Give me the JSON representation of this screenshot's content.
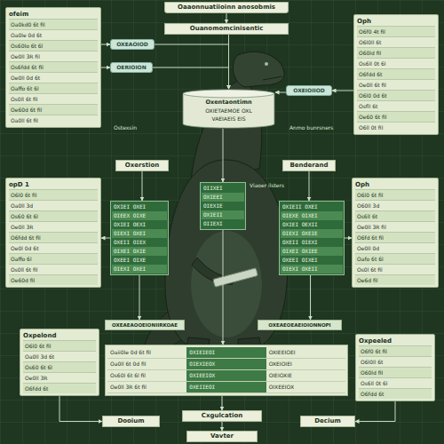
{
  "diagram": {
    "nodes": [
      {
        "text": [
          "Oaaonnuatiioinn anosobmis"
        ]
      },
      {
        "text": [
          "Ouanomomcinisentic"
        ]
      },
      {
        "text": [
          "ofeim",
          "Oa0kd0 6t fil",
          "Oa0le 0d 6t",
          "Os60lo 6t 6l",
          "Oe0ll 3R fil",
          "Os6fdd 6t fil",
          "Oe0ll 0d 6t",
          "Oaffo 6t 6l",
          "Os0ll 6t fil",
          "Oe60d 6t fil",
          "Oa0ll 6t fil"
        ]
      },
      {
        "text": [
          "Oph",
          "O6f0 4t fil",
          "O6l0ll 6t",
          "O60ld fil",
          "Os6ll 0t 6l",
          "O6fdd 6t",
          "Oe0ll 6t fil",
          "O6l0 0d 6t",
          "Osfll 6t",
          "Oe60 6t fil",
          "O6ll 0t fil"
        ]
      },
      {
        "text": [
          "OXEAOIOD"
        ]
      },
      {
        "text": [
          "OERIOION"
        ]
      },
      {
        "text": [
          "Oxentaontimn",
          "OXIETAEMOE OXL",
          "VAEIAEIS EIS"
        ]
      },
      {
        "text": [
          "OXEIOIIOD"
        ]
      },
      {
        "text": [
          "Oxerstion"
        ]
      },
      {
        "text": [
          "Benderand"
        ]
      },
      {
        "text": [
          "OIIXEI",
          "OXIEEI",
          "OIEXIE",
          "OXIEII",
          "OIIEXI"
        ]
      },
      {
        "text": [
          "opD 1",
          "O6l0 6t fil",
          "Oa0ll 3d",
          "Os60 6t 6l",
          "Oe0ll 3R",
          "O6fdd 6t fil",
          "Oe0l 0d 6t",
          "Oaffo 6l",
          "Os0ll 6t fil",
          "Oe60d fil"
        ]
      },
      {
        "text": [
          "OXIEI OXEI",
          "OIEEX OIXE",
          "OXIEI OEXI",
          "OIEXI OXEI",
          "OXEII OIEX",
          "OIXEI OXIE",
          "OXEEI OIXE",
          "OIEXI OXEI"
        ]
      },
      {
        "text": [
          "OXIEII OXEI",
          "OIEXE OIXEI",
          "OXIEI OEXII",
          "OIEXI OXEIE",
          "OXEII OIEXI",
          "OIXEI OXIEE",
          "OXEEI OIXEI",
          "OIEXI OXEII"
        ]
      },
      {
        "text": [
          "Oph",
          "O6l0 6t fil",
          "O60ll 3d",
          "Os6ll 6t",
          "Oe0ll 3R fil",
          "O6fd 6t fil",
          "Oe0ll 0d",
          "Oafo 6t 6l",
          "Os0l 6t fil",
          "Oe6d fil"
        ]
      },
      {
        "text": [
          "OXEAEAOOEIONIIRKOAE"
        ]
      },
      {
        "text": [
          "OXEAEOEAEIOIONNOPI"
        ]
      },
      {
        "text": [
          "Oxpelond",
          "O6l0 6t fil",
          "Oa0ll 3d 6t",
          "Os60 6t 6l",
          "Oe0ll 3R",
          "O6fdd 6t"
        ]
      },
      {
        "text": [
          "Oaii0le 0d 6t fil",
          "OXIEIEOI",
          "OXIEEIOEI",
          "Oa0ll 6t 0d fil",
          "OIEXIEOX",
          "OXEIOIEI",
          "Os60l 6t 6l fil",
          "OXIEEIOX",
          "OIEIOXIE",
          "Oe0ll 3R 6t fil",
          "OXEIIEOI",
          "OIXEEIOX"
        ]
      },
      {
        "text": [
          "Oxpeeled",
          "O6f0 6t fil",
          "O6l0ll 6t",
          "O60ld fil",
          "Os6ll 0t 6l",
          "O6fdd 6t"
        ]
      },
      {
        "text": [
          "Dooium"
        ]
      },
      {
        "text": [
          "Cxgulcation"
        ]
      },
      {
        "text": [
          "Decium"
        ]
      },
      {
        "text": [
          "Vavter"
        ]
      }
    ],
    "edges": [
      {
        "from": 0,
        "to": 1,
        "arrow": "to"
      },
      {
        "from": 1,
        "to": 6,
        "arrow": "to"
      },
      {
        "from": 2,
        "to": 4,
        "arrow": "to"
      },
      {
        "from": 2,
        "to": 5,
        "arrow": "to"
      },
      {
        "from": 4,
        "to": 6,
        "arrow": "to"
      },
      {
        "from": 5,
        "to": 6,
        "arrow": "to"
      },
      {
        "from": 3,
        "to": 7,
        "arrow": "to"
      },
      {
        "from": 7,
        "to": 6,
        "arrow": "to"
      },
      {
        "from": 6,
        "to": 10,
        "arrow": "to"
      },
      {
        "from": 8,
        "to": 12,
        "arrow": "to"
      },
      {
        "from": 9,
        "to": 13,
        "arrow": "to"
      },
      {
        "from": 12,
        "to": 11,
        "arrow": "to"
      },
      {
        "from": 13,
        "to": 14,
        "arrow": "to"
      },
      {
        "from": 10,
        "to": 18,
        "arrow": "to"
      },
      {
        "from": 12,
        "to": 15,
        "arrow": "to"
      },
      {
        "from": 13,
        "to": 16,
        "arrow": "to"
      },
      {
        "from": 17,
        "to": 20,
        "arrow": "to"
      },
      {
        "from": 19,
        "to": 22,
        "arrow": "to"
      },
      {
        "from": 18,
        "to": 21,
        "arrow": "to"
      },
      {
        "from": 21,
        "to": 23,
        "arrow": "to"
      }
    ],
    "labels": [
      "Ostexsin",
      "Anmo bunrsners",
      "Viaoer ilsters"
    ]
  }
}
